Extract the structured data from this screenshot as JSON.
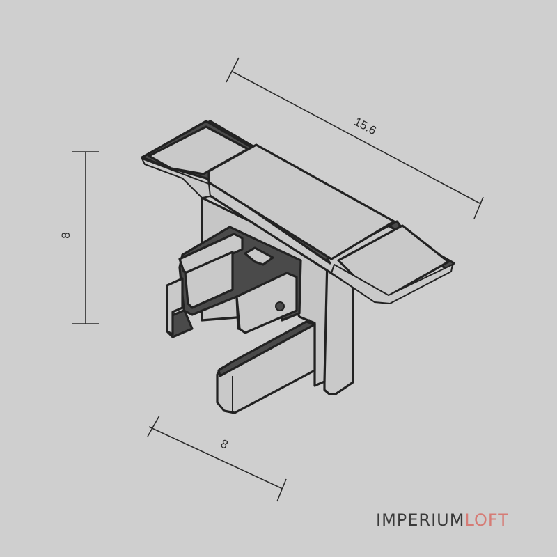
{
  "dimensions": {
    "length": "15.6",
    "height": "8",
    "depth": "8"
  },
  "brand": {
    "part1": "IMPERIUM",
    "part2": "LOFT"
  },
  "colors": {
    "background": "#cfcfcf",
    "ink": "#222222",
    "face_light": "#c9c9c9",
    "face_dark": "#4a4a4a",
    "brand_accent": "#d67b75"
  }
}
